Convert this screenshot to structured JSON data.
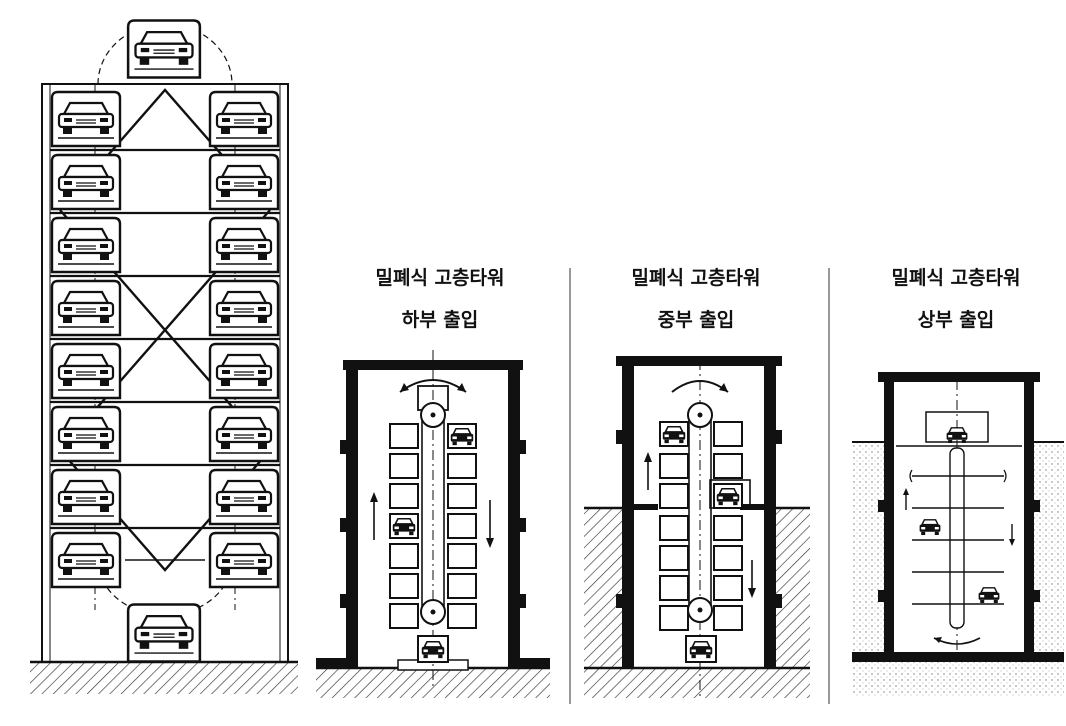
{
  "captions": [
    {
      "title": "밀폐식 고층타워",
      "subtitle": "하부 출입"
    },
    {
      "title": "밀폐식 고층타워",
      "subtitle": "중부 출입"
    },
    {
      "title": "밀폐식 고층타워",
      "subtitle": "상부 출입"
    }
  ],
  "colors": {
    "ink": "#111111",
    "paper": "#ffffff",
    "shade": "#888888"
  }
}
